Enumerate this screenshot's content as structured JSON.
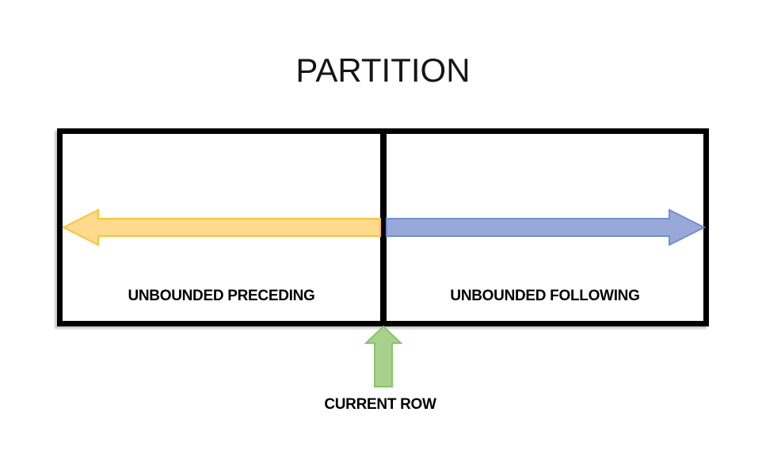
{
  "title": {
    "text": "PARTITION"
  },
  "partition_box": {
    "border_color": "#000000",
    "left_cell": {
      "label": "UNBOUNDED PRECEDING",
      "arrow": {
        "direction": "left",
        "fill": "#FFD98C",
        "stroke": "#FFC233"
      }
    },
    "right_cell": {
      "label": "UNBOUNDED FOLLOWING",
      "arrow": {
        "direction": "right",
        "fill": "#98A9D9",
        "stroke": "#6E8ED8"
      }
    }
  },
  "current_row": {
    "label": "CURRENT ROW",
    "arrow": {
      "direction": "up",
      "fill": "#A9D18E",
      "stroke": "#86C566"
    }
  },
  "canvas": {
    "background": "#FFFFFF",
    "text_color": "#000000"
  }
}
